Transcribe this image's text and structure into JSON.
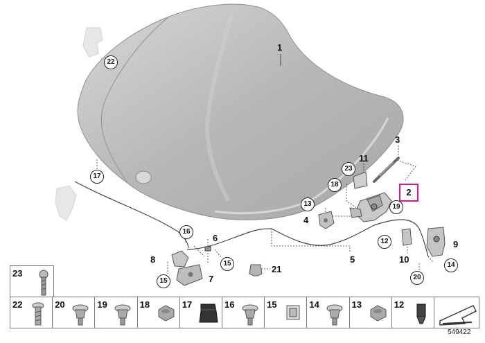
{
  "callouts": {
    "c1": "1",
    "c2": "2",
    "c3": "3",
    "c4": "4",
    "c5": "5",
    "c6": "6",
    "c7": "7",
    "c8": "8",
    "c9": "9",
    "c10": "10",
    "c11": "11",
    "c12": "12",
    "c13": "13",
    "c14": "14",
    "c15a": "15",
    "c15b": "15",
    "c16": "16",
    "c17": "17",
    "c18": "18",
    "c19": "19",
    "c20": "20",
    "c21": "21",
    "c22": "22",
    "c23": "23"
  },
  "parts_table": {
    "top_cell": "23",
    "cells": [
      "22",
      "20",
      "19",
      "18",
      "17",
      "16",
      "15",
      "14",
      "13",
      "12"
    ]
  },
  "diagram_id": "549422",
  "colors": {
    "highlight": "#e0129a",
    "hood": "#b9b9b9",
    "line": "#333333"
  }
}
